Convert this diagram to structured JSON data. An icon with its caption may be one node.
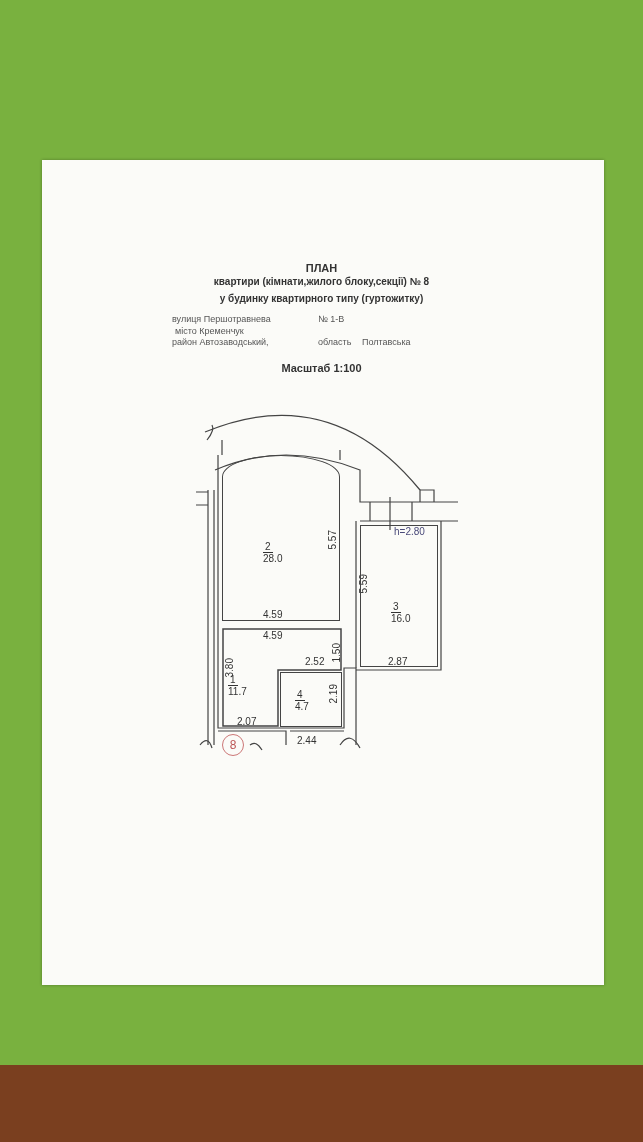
{
  "diagram": {
    "title": "ПЛАН",
    "nodes": [
      {
        "text": [
          "2",
          "28.0"
        ]
      },
      {
        "text": [
          "3",
          "16.0"
        ]
      },
      {
        "text": [
          "1",
          "11.7"
        ]
      },
      {
        "text": [
          "4",
          "4.7"
        ]
      },
      {
        "text": [
          "8"
        ]
      }
    ],
    "labels": [
      "квартири (кімнати,жилого блоку,секції) № 8",
      "у будинку квартирного типу (гуртожитку)",
      "вулиця Першотравнева",
      "№ 1-В",
      "місто Кременчук",
      "район Автозаводський,",
      "область",
      "Полтавська",
      "Масштаб 1:100",
      "h=2.80",
      "5.57",
      "5.59",
      "4.59",
      "4.59",
      "1.50",
      "3.80",
      "2.52",
      "2.87",
      "2.19",
      "2.07",
      "2.44"
    ]
  }
}
